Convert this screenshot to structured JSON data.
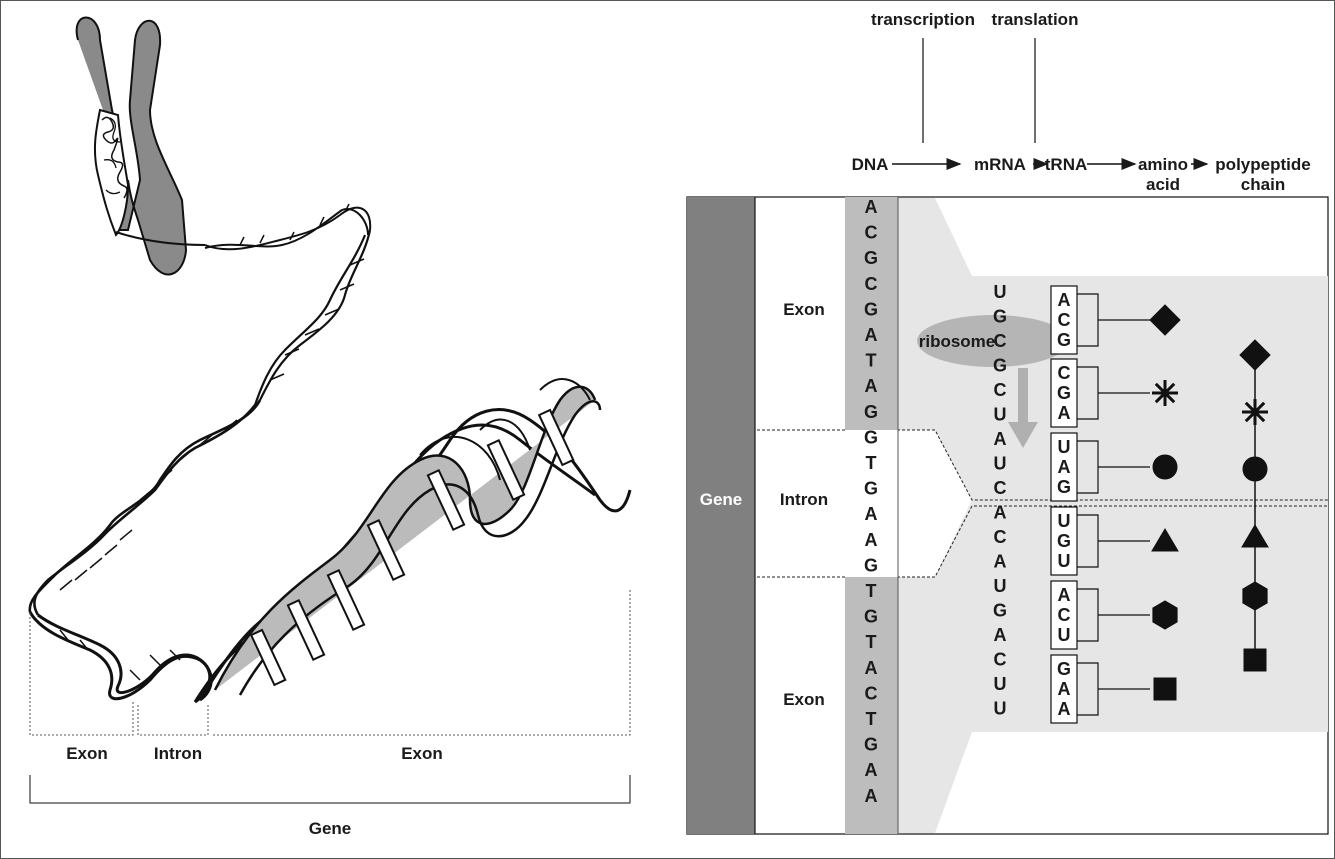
{
  "left_panel": {
    "segments": [
      {
        "label": "Exon"
      },
      {
        "label": "Intron"
      },
      {
        "label": "Exon"
      }
    ],
    "gene_label": "Gene"
  },
  "flow": {
    "steps": [
      "DNA",
      "mRNA",
      "tRNA",
      "amino acid",
      "polypeptide chain"
    ],
    "step_lines": {
      "amino": [
        "amino",
        "acid"
      ],
      "polypeptide": [
        "polypeptide",
        "chain"
      ]
    },
    "processes": [
      "transcription",
      "translation"
    ]
  },
  "right_panel": {
    "gene_label": "Gene",
    "region_labels": [
      "Exon",
      "Intron",
      "Exon"
    ],
    "dna_sequence": [
      "A",
      "C",
      "G",
      "C",
      "G",
      "A",
      "T",
      "A",
      "G",
      "G",
      "T",
      "G",
      "A",
      "A",
      "G",
      "T",
      "G",
      "T",
      "A",
      "C",
      "T",
      "G",
      "A",
      "A"
    ],
    "mrna_sequence": [
      "U",
      "G",
      "C",
      "G",
      "C",
      "U",
      "A",
      "U",
      "C",
      "A",
      "C",
      "A",
      "U",
      "G",
      "A",
      "C",
      "U",
      "U"
    ],
    "ribosome_label": "ribosome",
    "trna_codons": [
      [
        "A",
        "C",
        "G"
      ],
      [
        "C",
        "G",
        "A"
      ],
      [
        "U",
        "A",
        "G"
      ],
      [
        "U",
        "G",
        "U"
      ],
      [
        "A",
        "C",
        "U"
      ],
      [
        "G",
        "A",
        "A"
      ]
    ],
    "amino_acid_shapes": [
      "diamond",
      "star",
      "circle",
      "triangle",
      "hexagon",
      "square"
    ]
  },
  "colors": {
    "chromosome": "#8a8a8a",
    "gene_bar": "#808080",
    "dna_column": "#bdbdbd",
    "background_shade": "#e6e6e6",
    "ribosome": "#b5b5b5"
  }
}
